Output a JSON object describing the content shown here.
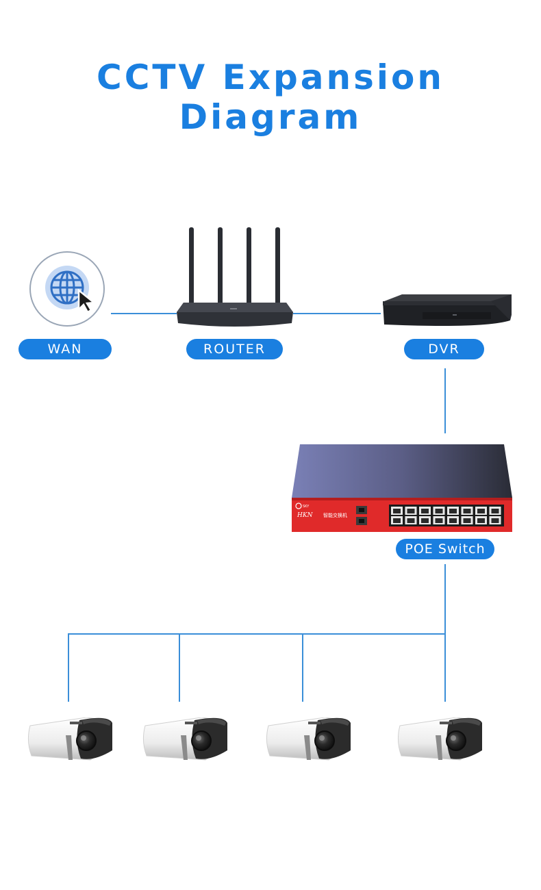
{
  "title": "CCTV Expansion Diagram",
  "nodes": {
    "wan": {
      "label": "WAN",
      "icon": "globe-cursor-icon"
    },
    "router": {
      "label": "ROUTER",
      "icon": "router-icon"
    },
    "dvr": {
      "label": "DVR",
      "icon": "dvr-icon"
    },
    "poe_switch": {
      "label": "POE Switch",
      "icon": "poe-switch-icon",
      "brand": "HKN",
      "model_text": "智能交换机",
      "brand_logo": "SKY"
    },
    "cameras": [
      {
        "icon": "bullet-camera-icon"
      },
      {
        "icon": "bullet-camera-icon"
      },
      {
        "icon": "bullet-camera-icon"
      },
      {
        "icon": "bullet-camera-icon"
      }
    ]
  },
  "connections": [
    [
      "wan",
      "router"
    ],
    [
      "router",
      "dvr"
    ],
    [
      "dvr",
      "poe_switch"
    ],
    [
      "poe_switch",
      "camera-1"
    ],
    [
      "poe_switch",
      "camera-2"
    ],
    [
      "poe_switch",
      "camera-3"
    ],
    [
      "poe_switch",
      "camera-4"
    ]
  ],
  "colors": {
    "accent": "#1a7fe0",
    "line": "#3a8ed8",
    "switch_front": "#e02a2a",
    "switch_top": "#5a5f86"
  }
}
